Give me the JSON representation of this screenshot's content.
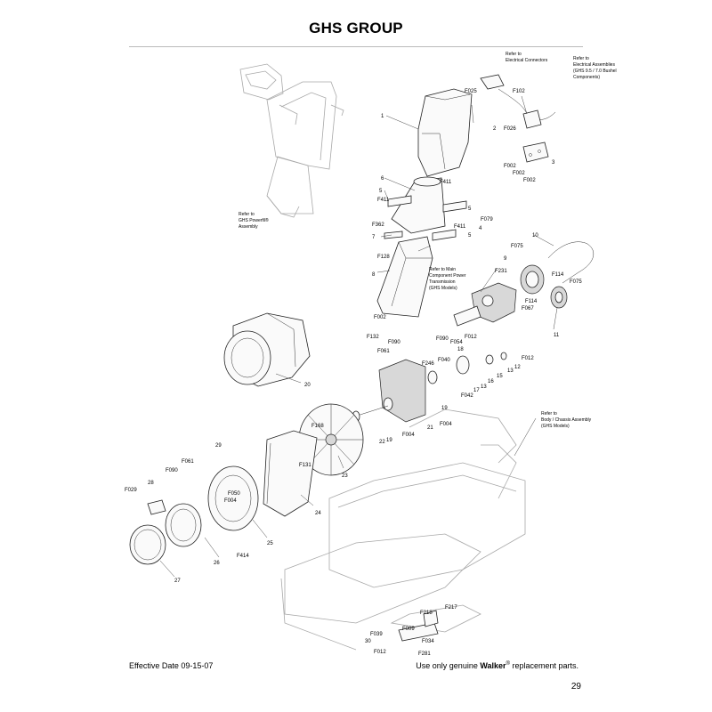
{
  "title": "GHS GROUP",
  "footer": {
    "effective_date": "Effective Date 09-15-07",
    "replacement_prefix": "Use only genuine ",
    "brand": "Walker",
    "registered": "®",
    "replacement_suffix": " replacement parts.",
    "page_number": "29"
  },
  "notes": {
    "electrical_connectors": [
      "Refer to",
      "Electrical Connectors"
    ],
    "electrical_assemblies": [
      "Refer to",
      "Electrical Assemblies",
      "(GHS 9.5 / 7.0 Bushel",
      "Components)"
    ],
    "powerfill": [
      "Refer to",
      "GHS Powerfil®",
      "Assembly"
    ],
    "main_component": [
      "Refer to Main",
      "Component Power",
      "Transmission",
      "(GHS Models)"
    ],
    "body_chassis": [
      "Refer to",
      "Body / Chassis Assembly",
      "(GHS Models)"
    ]
  },
  "callouts": {
    "c1": "1",
    "c2": "2",
    "c3": "3",
    "c4": "4",
    "c5a": "5",
    "c5b": "5",
    "c5c": "5",
    "c6": "6",
    "c7": "7",
    "c8": "8",
    "c9": "9",
    "c10": "10",
    "c11": "11",
    "c12": "12",
    "c13a": "13",
    "c13b": "13",
    "c15": "15",
    "c16": "16",
    "c17": "17",
    "c18": "18",
    "c19a": "19",
    "c19b": "19",
    "c20": "20",
    "c21": "21",
    "c22": "22",
    "c23": "23",
    "c24": "24",
    "c25": "25",
    "c26": "26",
    "c27": "27",
    "c28": "28",
    "c29": "29",
    "c30": "30",
    "f025": "F025",
    "f102": "F102",
    "f026": "F026",
    "f002a": "F002",
    "f002b": "F002",
    "f002c": "F002",
    "f002d": "F002",
    "f411a": "F411",
    "f411b": "F411",
    "f411c": "F411",
    "f079": "F079",
    "f362": "F362",
    "f128": "F128",
    "f132": "F132",
    "f075a": "F075",
    "f075b": "F075",
    "f231": "F231",
    "f114a": "F114",
    "f114b": "F114",
    "f067": "F067",
    "f090a": "F090",
    "f090b": "F090",
    "f090c": "F090",
    "f054": "F054",
    "f012a": "F012",
    "f012b": "F012",
    "f012c": "F012",
    "f061a": "F061",
    "f061b": "F061",
    "f246": "F246",
    "f040": "F040",
    "f042": "F042",
    "f004a": "F004",
    "f004b": "F004",
    "f004c": "F004",
    "f168": "F168",
    "f131": "F131",
    "f050": "F050",
    "f029": "F029",
    "f414": "F414",
    "f218": "F218",
    "f217": "F217",
    "f009": "F009",
    "f039": "F039",
    "f034": "F034",
    "f281": "F281"
  }
}
